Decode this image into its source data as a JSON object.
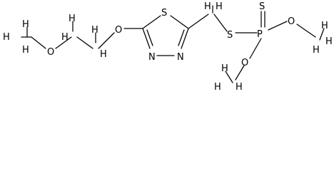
{
  "diagram": {
    "atoms": {
      "o_methoxy": "O",
      "o_ether": "O",
      "s_ring": "S",
      "n_ring_left": "N",
      "n_ring_right": "N",
      "s_thio": "S",
      "p_center": "P",
      "s_thiono": "S",
      "o_ester_right": "O",
      "o_ester_lower": "O"
    },
    "hydrogens": {
      "h_methyl_left_a": "H",
      "h_methyl_left_b": "H",
      "h_methyl_left_c": "H",
      "h_ch2_a1": "H",
      "h_ch2_a2": "H",
      "h_ch2_b1": "H",
      "h_ch2_b2": "H",
      "h_ch2_c1": "H",
      "h_ch2_c2": "H",
      "h_methyl_right_a": "H",
      "h_methyl_right_b": "H",
      "h_methyl_right_c": "H",
      "h_methyl_lower_a": "H",
      "h_methyl_lower_b": "H",
      "h_methyl_lower_c": "H"
    }
  }
}
